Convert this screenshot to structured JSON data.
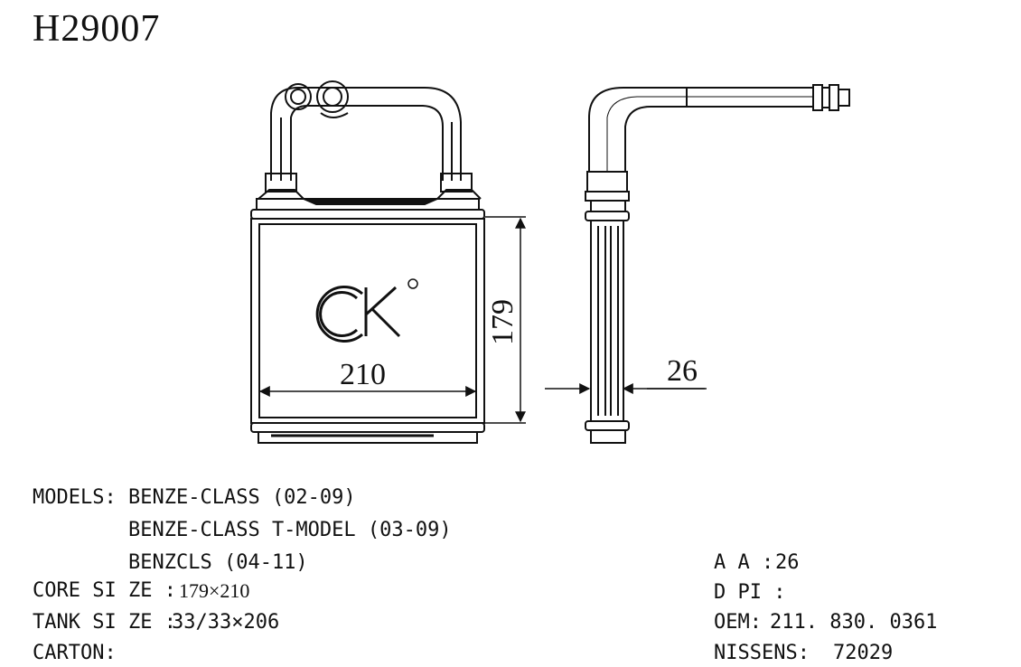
{
  "title": "H29007",
  "drawing": {
    "width_dim": "210",
    "height_dim": "179",
    "depth_dim": "26",
    "logo_mark": "ck"
  },
  "specs": {
    "models_label": "MODELS:",
    "models": [
      "BENZE-CLASS (02-09)",
      "BENZE-CLASS T-MODEL (03-09)",
      "BENZCLS (04-11)"
    ],
    "core_size_label": "CORE SI ZE :",
    "core_size_value": "179×210",
    "tank_size_label": "TANK SI ZE :",
    "tank_size_value": "33/33×206",
    "carton_label": "CARTON:",
    "carton_value": ""
  },
  "specs_right": {
    "aa_label": "A A :",
    "aa_value": "26",
    "dpi_label": "D PI :",
    "dpi_value": "",
    "oem_label": "OEM:",
    "oem_value": "211. 830. 0361",
    "nissens_label": "NISSENS:",
    "nissens_value": "72029"
  }
}
